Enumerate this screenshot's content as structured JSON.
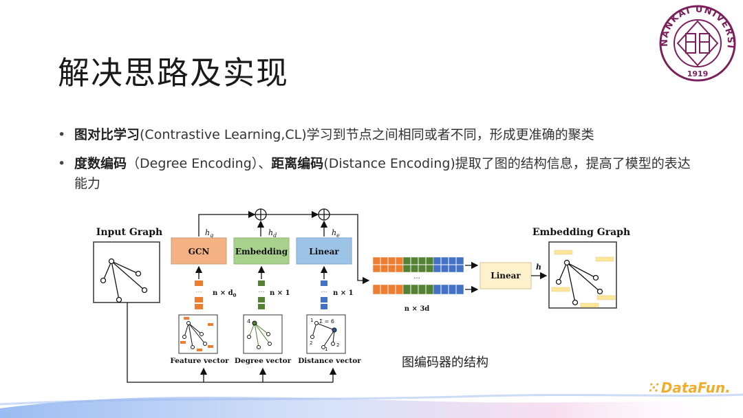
{
  "slide": {
    "title": "解决思路及实现",
    "bullets": [
      {
        "bold": "图对比学习",
        "text": "(Contrastive Learning,CL)学习到节点之间相同或者不同，形成更准确的聚类"
      },
      {
        "bold": "度数编码",
        "text": "（Degree Encoding）、",
        "bold2": "距离编码",
        "text2": "(Distance Encoding)提取了图的结构信息，提高了模型的表达能力"
      }
    ],
    "caption": "图编码器的结构"
  },
  "logo": {
    "arc_text": "NANKAI UNIVERSITY",
    "year": "1919",
    "color": "#7a1f5c"
  },
  "brand": {
    "name": "DataFun.",
    "color": "#f0ad2e"
  },
  "diagram": {
    "input_label": "Input Graph",
    "output_label": "Embedding Graph",
    "gcn_label": "GCN",
    "embedding_label": "Embedding",
    "linear_label": "Linear",
    "linear2_label": "Linear",
    "hg": "h",
    "hg_sub": "g",
    "hd": "h",
    "hd_sub": "d",
    "he": "h",
    "he_sub": "e",
    "h_out": "h",
    "dim_feature": "n × d",
    "dim_feature_sub": "0",
    "dim_degree": "n × 1",
    "dim_distance": "n × 1",
    "dim_concat": "n × 3d",
    "feature_caption": "Feature vector",
    "degree_caption": "Degree vector",
    "distance_caption": "Distance vector",
    "degree_num": "4",
    "dist_sum": "Σ = 6",
    "dist_n1": "1",
    "dist_n2": "2",
    "dist_n3": "1",
    "dist_n4": "2",
    "ellipsis": "···",
    "colors": {
      "gcn": "#f4b183",
      "embedding": "#a9d18e",
      "linear": "#9dc3e6",
      "linear2": "#fff2cc",
      "orange": "#ed7d31",
      "green": "#548235",
      "blue": "#4472c4"
    }
  }
}
